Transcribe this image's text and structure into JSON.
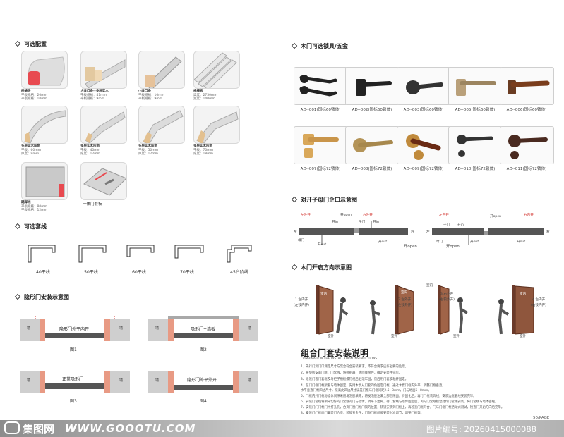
{
  "sections": {
    "config": "可选配置",
    "trim": "可选套线",
    "hidden_door": "隐形门安装示意图",
    "hardware": "木门可选锁具/五金",
    "mother_door": "对开子母门企口示意图",
    "open_dir": "木门开启方向示意图",
    "install_title": "组合门套安装说明",
    "install_sub": "COMBINATION THE INSTALLATION INSTRUCTIONS"
  },
  "config_items": [
    {
      "name": "档條头",
      "spec1": "平板规格：20mm",
      "spec2": "平板规格：10mm"
    },
    {
      "name": "大收口条--多层实木",
      "spec1": "平板规格：41mm",
      "spec2": "平板规格：9mm"
    },
    {
      "name": "小收口条",
      "spec1": "平板规格：10mm",
      "spec2": "平板规格：9mm"
    },
    {
      "name": "格栅板",
      "spec1": "高度：2750mm",
      "spec2": "宽度：140mm"
    },
    {
      "name": "多层实木阳角",
      "spec1": "平板：60mm",
      "spec2": "厚度：9mm"
    },
    {
      "name": "多层实木阳角",
      "spec1": "平板：40mm",
      "spec2": "厚度：12mm"
    },
    {
      "name": "多层实木阳角",
      "spec1": "平板：50mm",
      "spec2": "厚度：12mm"
    },
    {
      "name": "多层实木阳角",
      "spec1": "平板：70mm",
      "spec2": "厚度：18mm"
    },
    {
      "name": "踢脚线",
      "spec1": "平板规格：80mm",
      "spec2": "平板规格：12mm"
    },
    {
      "name": "一体门套板",
      "spec1": "",
      "spec2": ""
    }
  ],
  "trim_profiles": [
    "40平线",
    "50平线",
    "60平线",
    "70平线",
    "45台阶线"
  ],
  "hidden_figs": [
    {
      "label": "隐形门外平内开",
      "cap": "图1"
    },
    {
      "label": "隐形门+墙板",
      "cap": "图2"
    },
    {
      "label": "正常隐形门",
      "cap": "图3"
    },
    {
      "label": "隐形门外平外开",
      "cap": "图4"
    }
  ],
  "wall_label": "墙",
  "hardware_items": [
    "AD--001(国标60锁体)",
    "AD--002(国标60锁体)",
    "AD--003(国标60锁体)",
    "AD--005(国标60锁体)",
    "AD--006(国标60锁体)",
    "AD--007(国标72锁体)",
    "AD--008(国标72锁体)",
    "AD--009(国标72锁体)",
    "AD--010(国标72锁体)",
    "AD--011(国标72锁体)"
  ],
  "mother_labels": {
    "open_in": "开in",
    "open_out": "开out",
    "open_label": "开open",
    "left": "左",
    "right": "右",
    "left_outer": "左外开",
    "right_outer": "右外开",
    "mother": "母门",
    "son": "子门",
    "left_inner": "左内开",
    "right_inner": "右内开"
  },
  "open_dir_labels": [
    {
      "title": "1.左内开",
      "sub": "(左铰内开)",
      "a": "室内",
      "b": "室外"
    },
    {
      "title": "2.左外开",
      "sub": "(左铰外开)",
      "a": "室内",
      "b": "室外"
    },
    {
      "title": "3.右外开",
      "sub": "(右铰外开)",
      "a": "室内",
      "b": "室外"
    },
    {
      "title": "4.右内开",
      "sub": "(右铰内开)",
      "a": "室内",
      "b": "室外"
    }
  ],
  "instructions": [
    "1、先行门洞门口测定尺寸方案合符合安装要求，不符合要求应作必要的处理。",
    "2、将垫板安置门框、门套线、将射射器，清除残余件，确定安装件完毕。",
    "3、组装门套门套框及与柜子横框螺钉相后必须牢固，然后用门套胶粘开固定。",
    "4、在门门框门框架套与墙体固定，先用木楔从门套四角固定门框，通过木楔门框内外平、调整门框垂直。",
    "   水平垂直门框四边尺寸，缝高此四边尺寸误差门框与门框间距2.5~3mm，门与地面5~8mm。",
    "5、门框内外门框与墙体间隙采用发泡胶填充，将发泡胶注满全部空隙面，待固化后，再行门框装饰线，安装边框套线安装完毕。",
    "6、安装门套线将预先切好的门套线对门与墙体，调平下边脚，待门套线与墙体固定后，再与门套线接合处作门套线安装，将门套线与墙体密贴。",
    "7、安装门门门框门中打孔孔，合页门窗门框门锁的位置，装锁安装到门框上，再检查门框开合，门与门框门框活动式测试，检查门开启方向后完毕。",
    "8、安装门门框面门安装门合页，装锁五金件，门与门框间顺安装对准调节，调整门框等。"
  ],
  "page_num": "50/PAGE",
  "watermark": {
    "logo": "集图网",
    "url": "WWW.GOOOTU.COM",
    "id": "图片编号: 20260415000088"
  },
  "colors": {
    "salmon": "#e89a84",
    "dark": "#555555",
    "grey": "#a9a9a9",
    "wall": "#cfcfcf",
    "red": "#d2322d"
  }
}
